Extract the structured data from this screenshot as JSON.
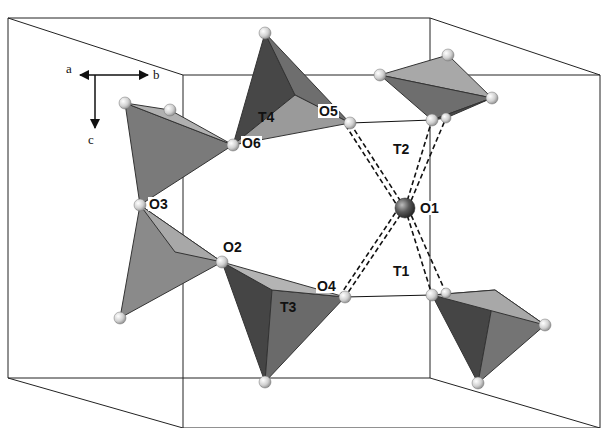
{
  "diagram": {
    "labels": [
      "a",
      "b",
      "c",
      "T4",
      "O6",
      "O5",
      "T2",
      "O1",
      "O3",
      "O2",
      "T3",
      "O4",
      "T1"
    ]
  }
}
